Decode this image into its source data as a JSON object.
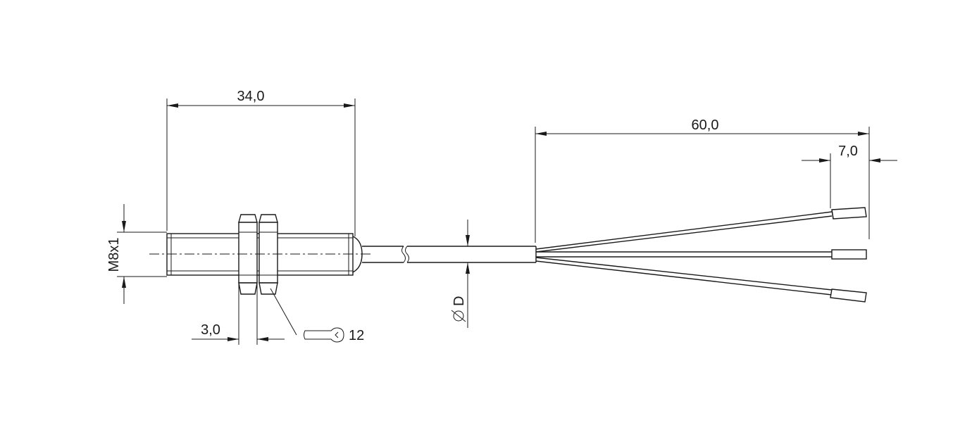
{
  "dimensions": {
    "body_length": "34,0",
    "cable_strip_length": "60,0",
    "wire_end_length": "7,0",
    "thread": "M8x1",
    "nut_width": "3,0",
    "cable_diameter": "D",
    "wrench_size": "12"
  }
}
